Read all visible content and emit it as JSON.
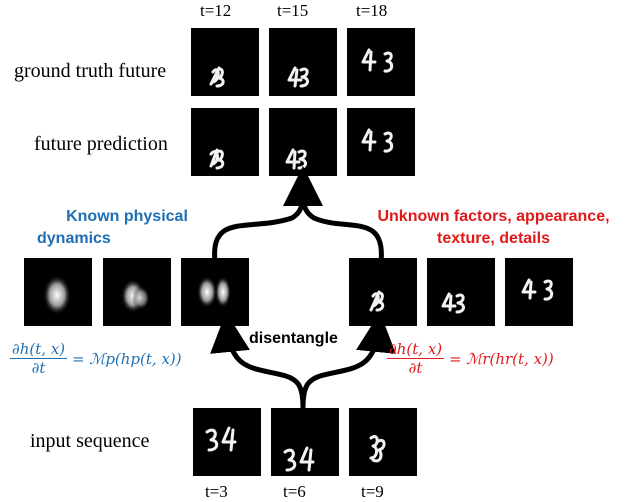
{
  "top_times": [
    "t=12",
    "t=15",
    "t=18"
  ],
  "bottom_times": [
    "t=3",
    "t=6",
    "t=9"
  ],
  "row_labels": {
    "ground_truth": "ground truth future",
    "prediction": "future prediction",
    "input": "input sequence"
  },
  "left_heading": {
    "line1": "Known physical",
    "line2": "dynamics"
  },
  "right_heading": {
    "line1": "Unknown factors, appearance,",
    "line2": "texture, details"
  },
  "center_label": "disentangle",
  "left_equation": {
    "numerator": "∂h(t, x)",
    "denominator": "∂t",
    "rhs": "= ℳp(hp(t, x))"
  },
  "right_equation": {
    "numerator": "∂h(t, x)",
    "denominator": "∂t",
    "rhs": "= ℳr(hr(t, x))"
  },
  "colors": {
    "blue": "#1f6fb5",
    "red": "#e01a1a",
    "frame": "#000000"
  }
}
